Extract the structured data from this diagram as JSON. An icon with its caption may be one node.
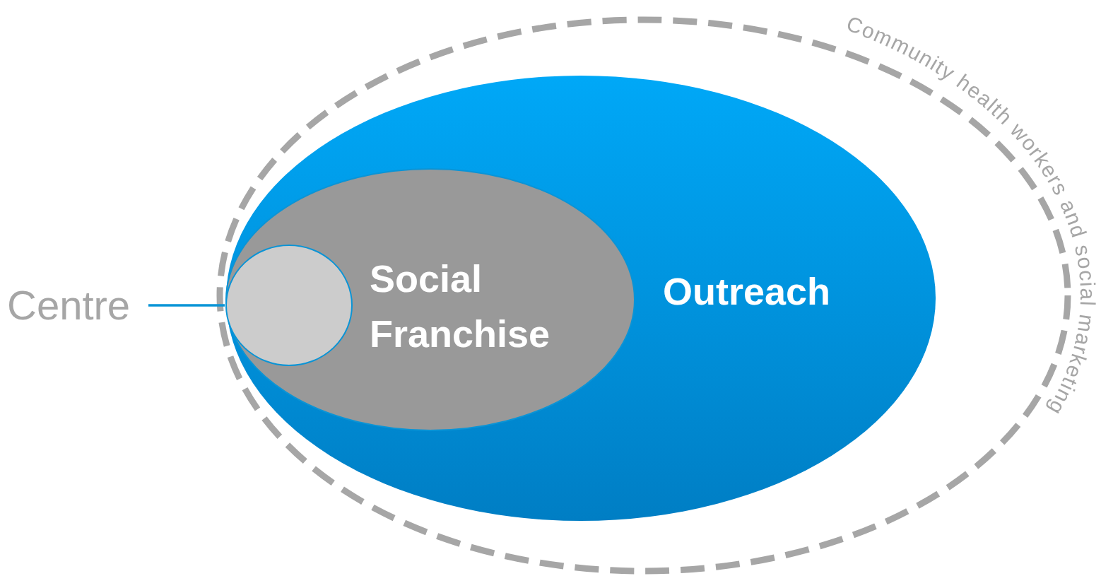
{
  "diagram": {
    "nodes": [
      {
        "text": [
          "Community health workers and social marketing"
        ]
      },
      {
        "text": [
          "Outreach"
        ],
        "in": 0
      },
      {
        "text": [
          "Social Franchise"
        ],
        "in": 1
      },
      {
        "text": [],
        "shape": "circle",
        "in": 2
      },
      {
        "text": [
          "Centre"
        ]
      }
    ],
    "edges": [
      {
        "from": 4,
        "to": 3,
        "arrow": "none"
      }
    ]
  }
}
